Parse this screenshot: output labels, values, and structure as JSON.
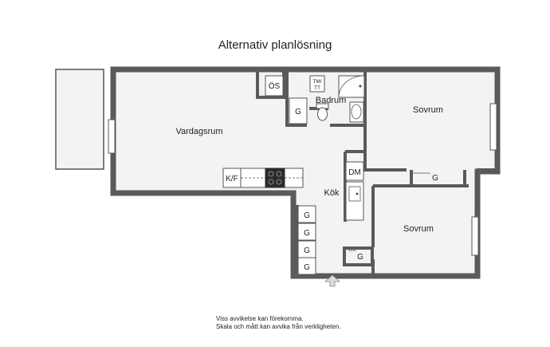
{
  "title": "Alternativ planlösning",
  "rooms": {
    "vardagsrum": "Vardagsrum",
    "badrum": "Badrum",
    "sovrum_1": "Sovrum",
    "sovrum_2": "Sovrum",
    "kok": "Kök"
  },
  "fixtures": {
    "os": "ÖS",
    "tm_tt_line1": "TM/",
    "tm_tt_line2": "TT",
    "g_bath": "G",
    "g_bedroom1": "G",
    "g_bedroom2": "G",
    "kf": "K/F",
    "dm": "DM",
    "g_kitchen_1": "G",
    "g_kitchen_2": "G",
    "g_kitchen_3": "G",
    "g_kitchen_4": "G"
  },
  "disclaimer": {
    "line1": "Viss avvikelse kan förekomma.",
    "line2": "Skala och mått kan avvika från verkligheten."
  },
  "colors": {
    "wall": "#5a5a5a",
    "floor": "#f3f3f3",
    "stove": "#2b2b2b"
  }
}
